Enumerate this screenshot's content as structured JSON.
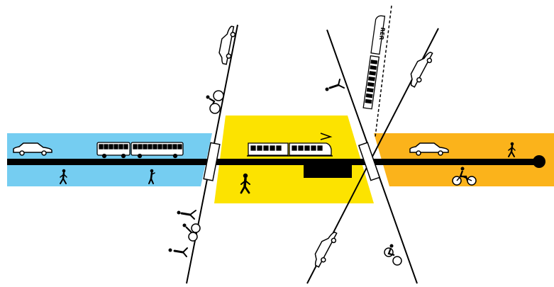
{
  "colors": {
    "left_zone": "#75cdf1",
    "center_zone": "#fce300",
    "right_zone": "#fbb31b",
    "line": "#000000",
    "background": "#ffffff"
  },
  "zones": [
    {
      "id": "left",
      "color_key": "left_zone",
      "icons": [
        "car-icon",
        "bus-icon",
        "pedestrian-icon",
        "pedestrian-icon"
      ]
    },
    {
      "id": "center",
      "color_key": "center_zone",
      "icons": [
        "tram-icon",
        "pedestrian-icon",
        "platform"
      ]
    },
    {
      "id": "right",
      "color_key": "right_zone",
      "icons": [
        "car-icon",
        "pedestrian-icon",
        "cyclist-icon"
      ]
    }
  ],
  "rer_label": "RER",
  "icons": [
    "car-icon",
    "bus-icon",
    "tram-icon",
    "rer-train-icon",
    "pedestrian-icon",
    "cyclist-icon",
    "runner-icon"
  ]
}
